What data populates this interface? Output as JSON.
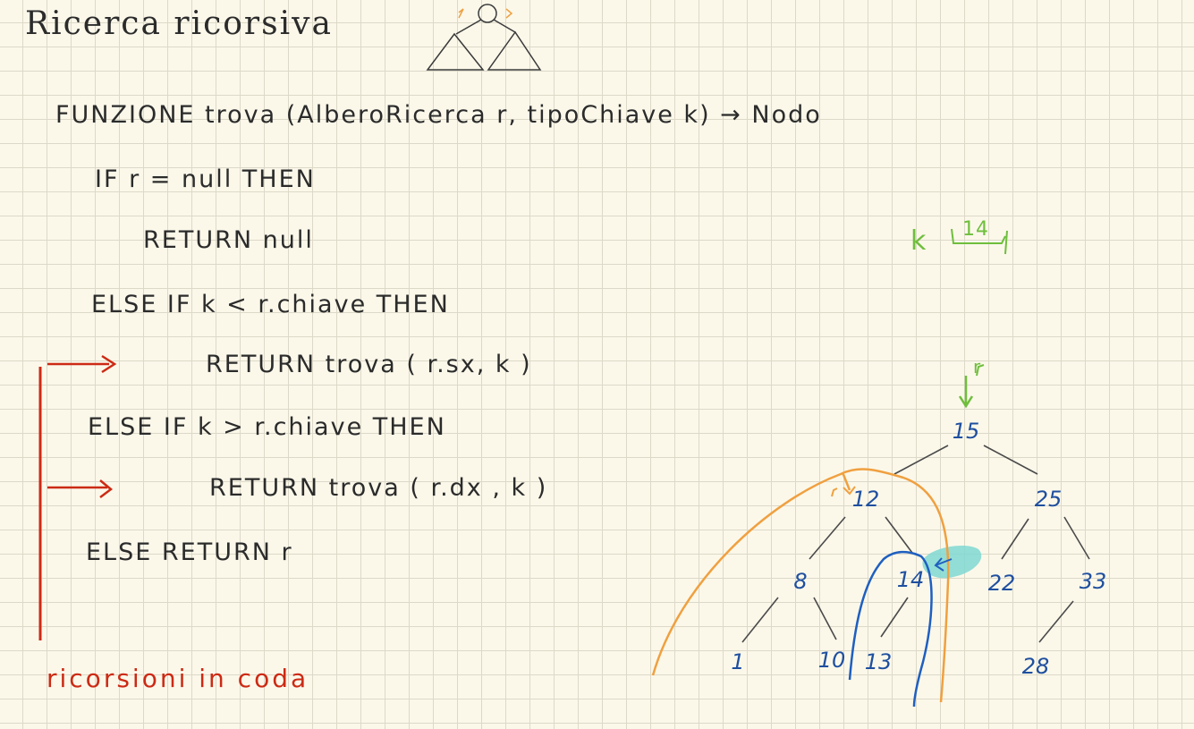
{
  "title": "Ricerca ricorsiva",
  "code": {
    "line1": "FUNZIONE trova (AlberoRicerca r, tipoChiave k) → Nodo",
    "line2": "IF  r = null  THEN",
    "line3": "RETURN null",
    "line4": "ELSE  IF   k < r.chiave THEN",
    "line5": "RETURN trova ( r.sx,  k )",
    "line6": "ELSE  IF  k > r.chiave  THEN",
    "line7": "RETURN  trova ( r.dx ,  k )",
    "line8": "ELSE  RETURN  r"
  },
  "note_tail": "ricorsioni  in  coda",
  "key_label": "k",
  "key_value": "14",
  "pointer_label": "r",
  "tree": {
    "nodes": [
      "15",
      "12",
      "25",
      "8",
      "14",
      "22",
      "33",
      "1",
      "10",
      "13",
      "28"
    ]
  },
  "colors": {
    "ink": "#2b2b2b",
    "red": "#cc2a14",
    "green": "#6fbe3c",
    "blue": "#1f4f9f",
    "orange": "#f0a040",
    "highlight": "#7fd8d2"
  }
}
